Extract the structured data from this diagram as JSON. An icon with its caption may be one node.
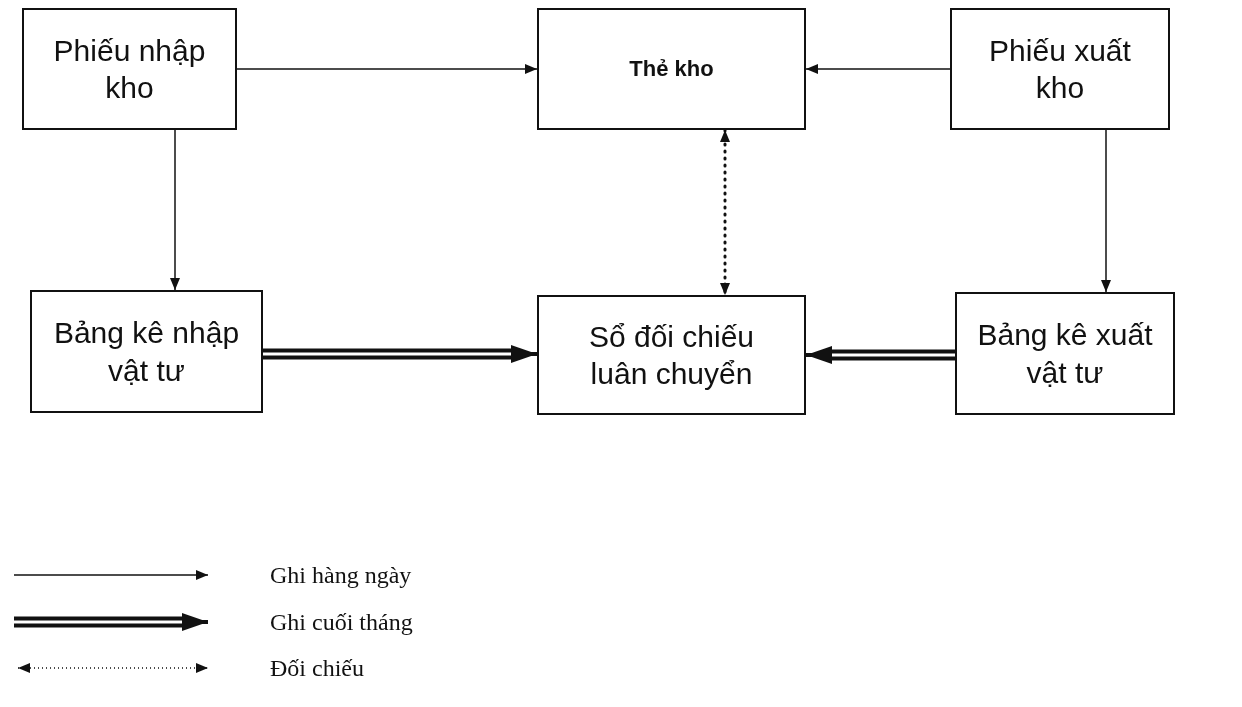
{
  "diagram": {
    "nodes": [
      {
        "text": [
          "Phiếu nhập kho"
        ]
      },
      {
        "text": [
          "Thẻ kho"
        ]
      },
      {
        "text": [
          "Phiếu xuất kho"
        ]
      },
      {
        "text": [
          "Bảng kê nhập vật tư"
        ]
      },
      {
        "text": [
          "Sổ đối chiếu luân chuyển"
        ]
      },
      {
        "text": [
          "Bảng kê xuất vật tư"
        ]
      }
    ],
    "edges": [
      {
        "from": 0,
        "to": 1,
        "arrow": "to"
      },
      {
        "from": 2,
        "to": 1,
        "arrow": "to"
      },
      {
        "from": 0,
        "to": 3,
        "arrow": "to"
      },
      {
        "from": 2,
        "to": 5,
        "arrow": "to"
      },
      {
        "from": 3,
        "to": 4,
        "arrow": "to",
        "style": "thick"
      },
      {
        "from": 5,
        "to": 4,
        "arrow": "to",
        "style": "thick"
      },
      {
        "from": 1,
        "to": 4,
        "arrow": "both",
        "style": "dashed"
      }
    ],
    "legend": [
      {
        "text": "Ghi hàng ngày"
      },
      {
        "text": "Ghi cuối tháng"
      },
      {
        "text": "Đối chiếu"
      }
    ]
  }
}
